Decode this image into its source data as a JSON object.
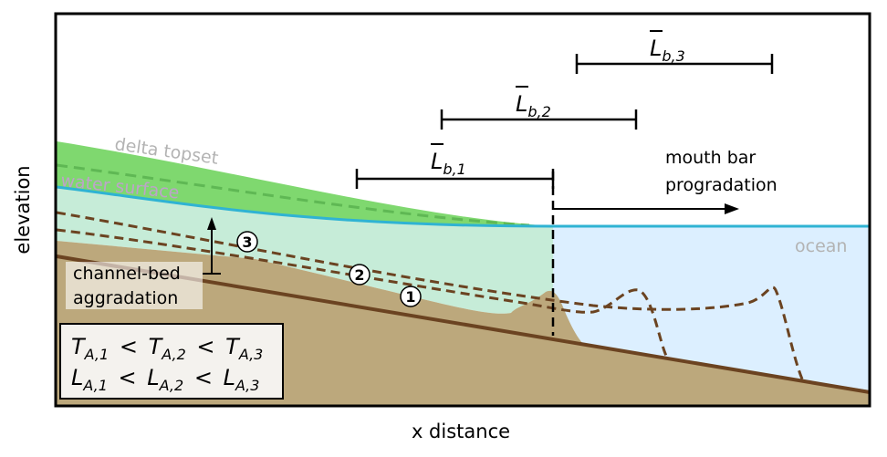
{
  "axes": {
    "x_label": "x distance",
    "y_label": "elevation"
  },
  "labels": {
    "delta_topset": "delta topset",
    "water_surface": "water surface",
    "ocean": "ocean",
    "mouth_bar_line1": "mouth bar",
    "mouth_bar_line2": "progradation",
    "aggradation_line1": "channel-bed",
    "aggradation_line2": "aggradation"
  },
  "lengths": [
    {
      "base": "L",
      "sub": "b,1"
    },
    {
      "base": "L",
      "sub": "b,2"
    },
    {
      "base": "L",
      "sub": "b,3"
    }
  ],
  "markers": [
    "1",
    "2",
    "3"
  ],
  "inequalities": {
    "row1": {
      "base": "T",
      "subs": [
        "A,1",
        "A,2",
        "A,3"
      ],
      "op": "<"
    },
    "row2": {
      "base": "L",
      "subs": [
        "A,1",
        "A,2",
        "A,3"
      ],
      "op": "<"
    }
  },
  "colors": {
    "sediment": "#bca87c",
    "sediment_line": "#6b4321",
    "topset": "#7fd86f",
    "channel_water": "#c6ecd8",
    "ocean_water": "#dcefff",
    "water_line": "#2fb3d3",
    "faint_label": "#b3b3b3",
    "water_label": "#bda3c9"
  }
}
